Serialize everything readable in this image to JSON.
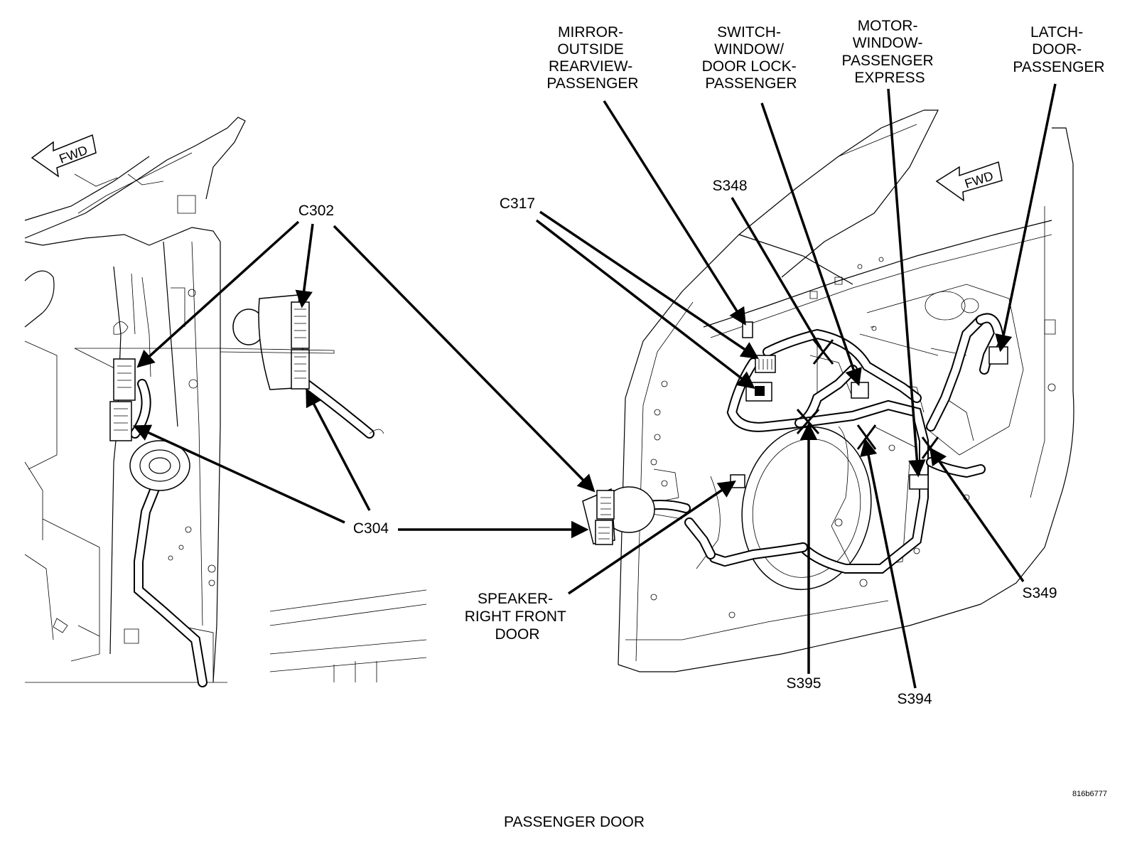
{
  "figure_id": "816b6777",
  "caption": "PASSENGER DOOR",
  "fwd_label": "FWD",
  "callouts": {
    "mirror": [
      "MIRROR-",
      "OUTSIDE",
      "REARVIEW-",
      "PASSENGER"
    ],
    "switch": [
      "SWITCH-",
      "WINDOW/",
      "DOOR LOCK-",
      "PASSENGER"
    ],
    "motor": [
      "MOTOR-",
      "WINDOW-",
      "PASSENGER",
      "EXPRESS"
    ],
    "latch": [
      "LATCH-",
      "DOOR-",
      "PASSENGER"
    ],
    "speaker": [
      "SPEAKER-",
      "RIGHT FRONT",
      "DOOR"
    ],
    "c302": "C302",
    "c304": "C304",
    "c317": "C317",
    "s348": "S348",
    "s349": "S349",
    "s394": "S394",
    "s395": "S395"
  }
}
